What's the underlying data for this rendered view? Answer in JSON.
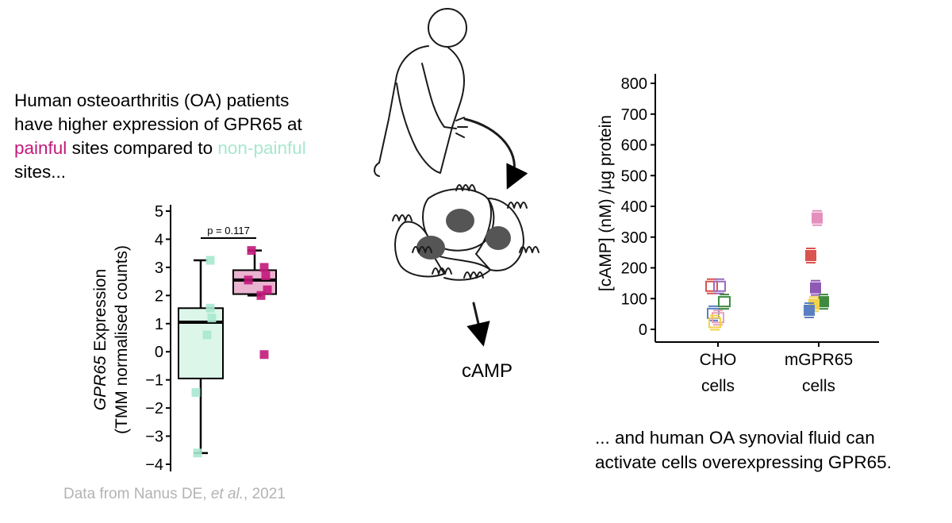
{
  "intro": {
    "line1": "Human osteoarthritis (OA) patients",
    "line2": "have higher expression of GPR65 at",
    "painful": "painful",
    "mid": " sites compared to ",
    "non_painful": "non-painful",
    "line4": "sites..."
  },
  "outro": {
    "line1": "... and human OA synovial fluid can",
    "line2": "activate cells overexpressing GPR65."
  },
  "credit": {
    "prefix": "Data from Nanus DE, ",
    "etal": "et al.",
    "suffix": ", 2021"
  },
  "diagram": {
    "camp_label": "cAMP"
  },
  "colors": {
    "painful": "#c2187a",
    "non_painful": "#a8e8cf",
    "painful_box": "#eab3d0",
    "non_painful_box": "#dcf7ea"
  },
  "chart_data": [
    {
      "type": "box",
      "ylabel_gene": "GPR65",
      "ylabel_rest": " Expression",
      "ylabel_line2": "(TMM normalised counts)",
      "ylim": [
        -4,
        5
      ],
      "yticks": [
        "5",
        "4",
        "3",
        "2",
        "1",
        "0",
        "−1",
        "−2",
        "−3",
        "−4"
      ],
      "annotation": "p = 0.117",
      "series": [
        {
          "color": "#a8e8cf",
          "box": {
            "whisker_low": -3.6,
            "q1": -0.95,
            "median": 1.05,
            "q3": 1.55,
            "whisker_high": 3.25
          },
          "points": [
            3.25,
            1.55,
            1.2,
            0.6,
            -1.45,
            -3.6
          ]
        },
        {
          "color": "#c2187a",
          "box": {
            "whisker_low": 2.0,
            "q1": 2.05,
            "median": 2.55,
            "q3": 2.9,
            "whisker_high": 3.6
          },
          "points": [
            3.6,
            3.0,
            2.7,
            2.55,
            2.2,
            2.0,
            -0.1
          ]
        }
      ]
    },
    {
      "type": "scatter",
      "ylabel": "[cAMP] (nM) /µg protein",
      "ylim": [
        0,
        800
      ],
      "yticks": [
        "800",
        "700",
        "600",
        "500",
        "400",
        "300",
        "200",
        "100",
        "0"
      ],
      "categories": [
        "CHO cells",
        "mGPR65 cells"
      ],
      "category_line1": [
        "CHO",
        "mGPR65"
      ],
      "category_line2": [
        "cells",
        "cells"
      ],
      "points": [
        {
          "category": "CHO cells",
          "value": 140,
          "color": "#d9534f",
          "filled": false
        },
        {
          "category": "CHO cells",
          "value": 140,
          "color": "#9b6bbf",
          "filled": false
        },
        {
          "category": "CHO cells",
          "value": 90,
          "color": "#3f8a3f",
          "filled": false
        },
        {
          "category": "CHO cells",
          "value": 52,
          "color": "#5b7fc0",
          "filled": false
        },
        {
          "category": "CHO cells",
          "value": 38,
          "color": "#e8a0b8",
          "filled": false
        },
        {
          "category": "CHO cells",
          "value": 22,
          "color": "#f2d24b",
          "filled": false
        },
        {
          "category": "mGPR65 cells",
          "value": 362,
          "color": "#e48fbd",
          "filled": true
        },
        {
          "category": "mGPR65 cells",
          "value": 240,
          "color": "#d9534f",
          "filled": true
        },
        {
          "category": "mGPR65 cells",
          "value": 135,
          "color": "#8e59b5",
          "filled": true
        },
        {
          "category": "mGPR65 cells",
          "value": 90,
          "color": "#3f8a3f",
          "filled": true
        },
        {
          "category": "mGPR65 cells",
          "value": 82,
          "color": "#f2d24b",
          "filled": true
        },
        {
          "category": "mGPR65 cells",
          "value": 62,
          "color": "#5b7fc0",
          "filled": true
        }
      ]
    }
  ]
}
